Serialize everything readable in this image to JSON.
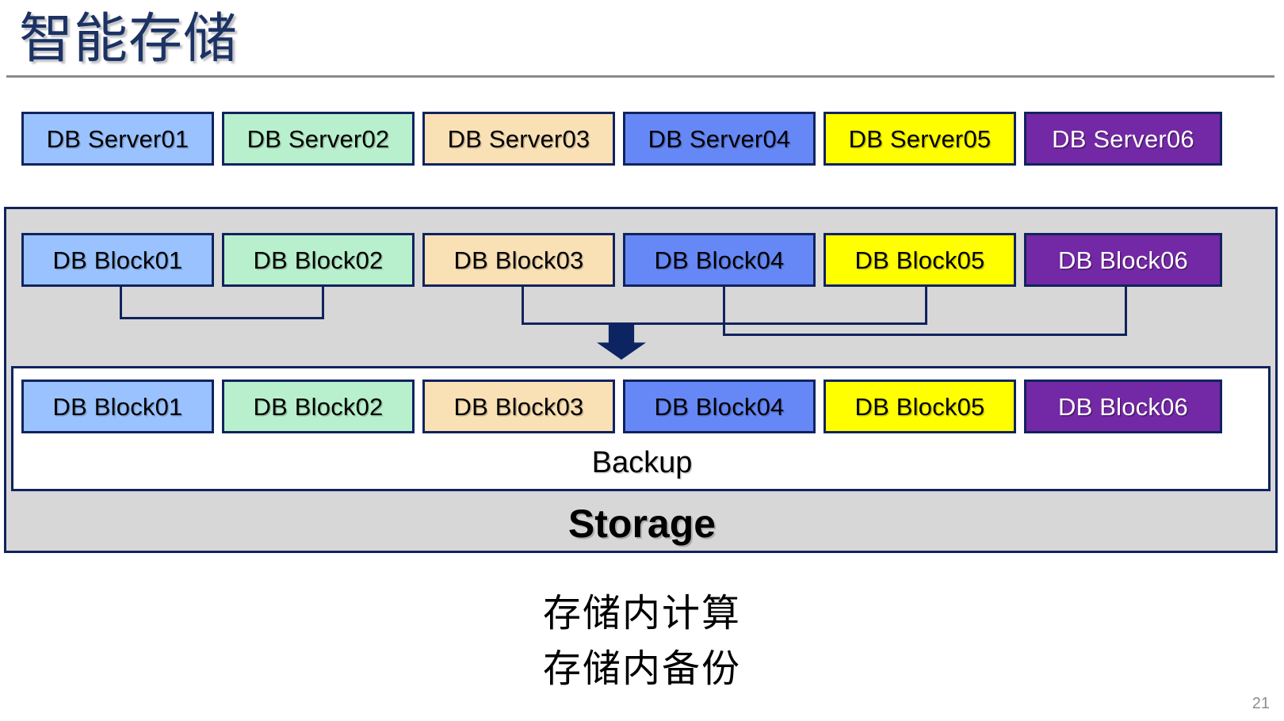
{
  "slide": {
    "title": "智能存储",
    "title_color": "#1b3263",
    "page_number": "21",
    "background": "#ffffff"
  },
  "palette": {
    "border": "#11235e",
    "container_fill": "#d7d7d7",
    "backup_fill": "#ffffff",
    "rule": "#8a8a8a",
    "arrow": "#0c2461"
  },
  "servers": {
    "row_label": "DB Server row",
    "items": [
      {
        "label": "DB Server01",
        "fill": "#99c2ff",
        "text": "#000000"
      },
      {
        "label": "DB Server02",
        "fill": "#b8f0cd",
        "text": "#000000"
      },
      {
        "label": "DB Server03",
        "fill": "#fae0b5",
        "text": "#000000"
      },
      {
        "label": "DB Server04",
        "fill": "#6688f7",
        "text": "#000000"
      },
      {
        "label": "DB Server05",
        "fill": "#ffff00",
        "text": "#000000"
      },
      {
        "label": "DB Server06",
        "fill": "#7328a5",
        "text": "#ffffff"
      }
    ]
  },
  "storage": {
    "label": "Storage",
    "primary_blocks": [
      {
        "label": "DB Block01",
        "fill": "#99c2ff",
        "text": "#000000"
      },
      {
        "label": "DB Block02",
        "fill": "#b8f0cd",
        "text": "#000000"
      },
      {
        "label": "DB Block03",
        "fill": "#fae0b5",
        "text": "#000000"
      },
      {
        "label": "DB Block04",
        "fill": "#6688f7",
        "text": "#000000"
      },
      {
        "label": "DB Block05",
        "fill": "#ffff00",
        "text": "#000000"
      },
      {
        "label": "DB Block06",
        "fill": "#7328a5",
        "text": "#ffffff"
      }
    ],
    "backup": {
      "label": "Backup",
      "blocks": [
        {
          "label": "DB Block01",
          "fill": "#99c2ff",
          "text": "#000000"
        },
        {
          "label": "DB Block02",
          "fill": "#b8f0cd",
          "text": "#000000"
        },
        {
          "label": "DB Block03",
          "fill": "#fae0b5",
          "text": "#000000"
        },
        {
          "label": "DB Block04",
          "fill": "#6688f7",
          "text": "#000000"
        },
        {
          "label": "DB Block05",
          "fill": "#ffff00",
          "text": "#000000"
        },
        {
          "label": "DB Block06",
          "fill": "#7328a5",
          "text": "#ffffff"
        }
      ]
    },
    "arrow_icon": "down-arrow-icon"
  },
  "captions": {
    "line1": "存储内计算",
    "line2": "存储内备份"
  }
}
